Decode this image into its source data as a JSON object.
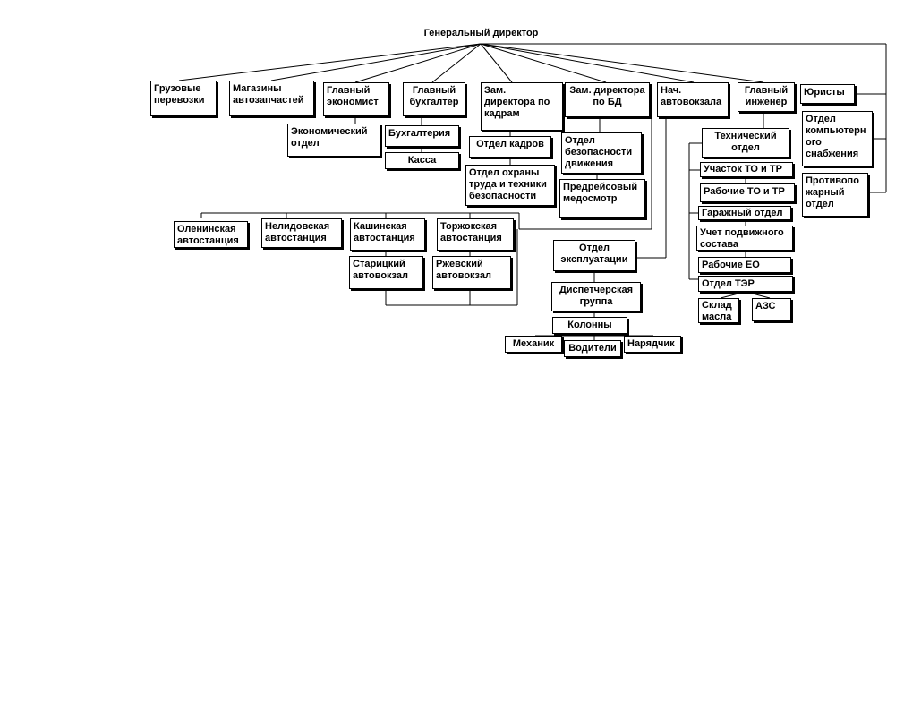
{
  "title": "Генеральный директор",
  "nodes": {
    "gruz": "Грузовые\nперевозки",
    "magaz": "Магазины\nавтозапчастей",
    "glav_econ": "Главный\nэкономист",
    "glav_buh": "Главный\nбухгалтер",
    "zam_kadry": "Зам.\nдиректора по\nкадрам",
    "zam_bd": "Зам. директора\nпо БД",
    "nach_avto": "Нач.\nавтовокзала",
    "glav_inzh": "Главный\nинженер",
    "yuristy": "Юристы",
    "otd_komp": "Отдел\nкомпьютерн\nого\nснабжения",
    "protivo": "Противопо\nжарный\nотдел",
    "econ_otd": "Экономический\nотдел",
    "buhgalt": "Бухгалтерия",
    "kassa": "Касса",
    "otd_kadrov": "Отдел кадров",
    "otd_ohrany": "Отдел охраны\nтруда и техники\nбезопасности",
    "otd_bezop": "Отдел\nбезопасности\nдвижения",
    "predreis": "Предрейсовый\nмедосмотр",
    "tehn_otd": "Технический\nотдел",
    "uch_to": "Участок ТО и ТР",
    "rab_to": "Рабочие ТО и ТР",
    "garazh": "Гаражный отдел",
    "uchet": "Учет подвижного\nсостава",
    "rab_eo": "Рабочие ЕО",
    "otd_ter": "Отдел ТЭР",
    "sklad": "Склад\nмасла",
    "azs": "АЗС",
    "olen": "Оленинская\nавтостанция",
    "nelid": "Нелидовская\nавтостанция",
    "kash": "Кашинская\nавтостанция",
    "torzh": "Торжокская\nавтостанция",
    "starits": "Старицкий\nавтовокзал",
    "rzhev": "Ржевский\nавтовокзал",
    "otd_ekspl": "Отдел\nэксплуатации",
    "disp": "Диспетчерская\nгруппа",
    "kolonny": "Колонны",
    "mehanik": "Механик",
    "voditeli": "Водители",
    "naryad": "Нарядчик"
  }
}
